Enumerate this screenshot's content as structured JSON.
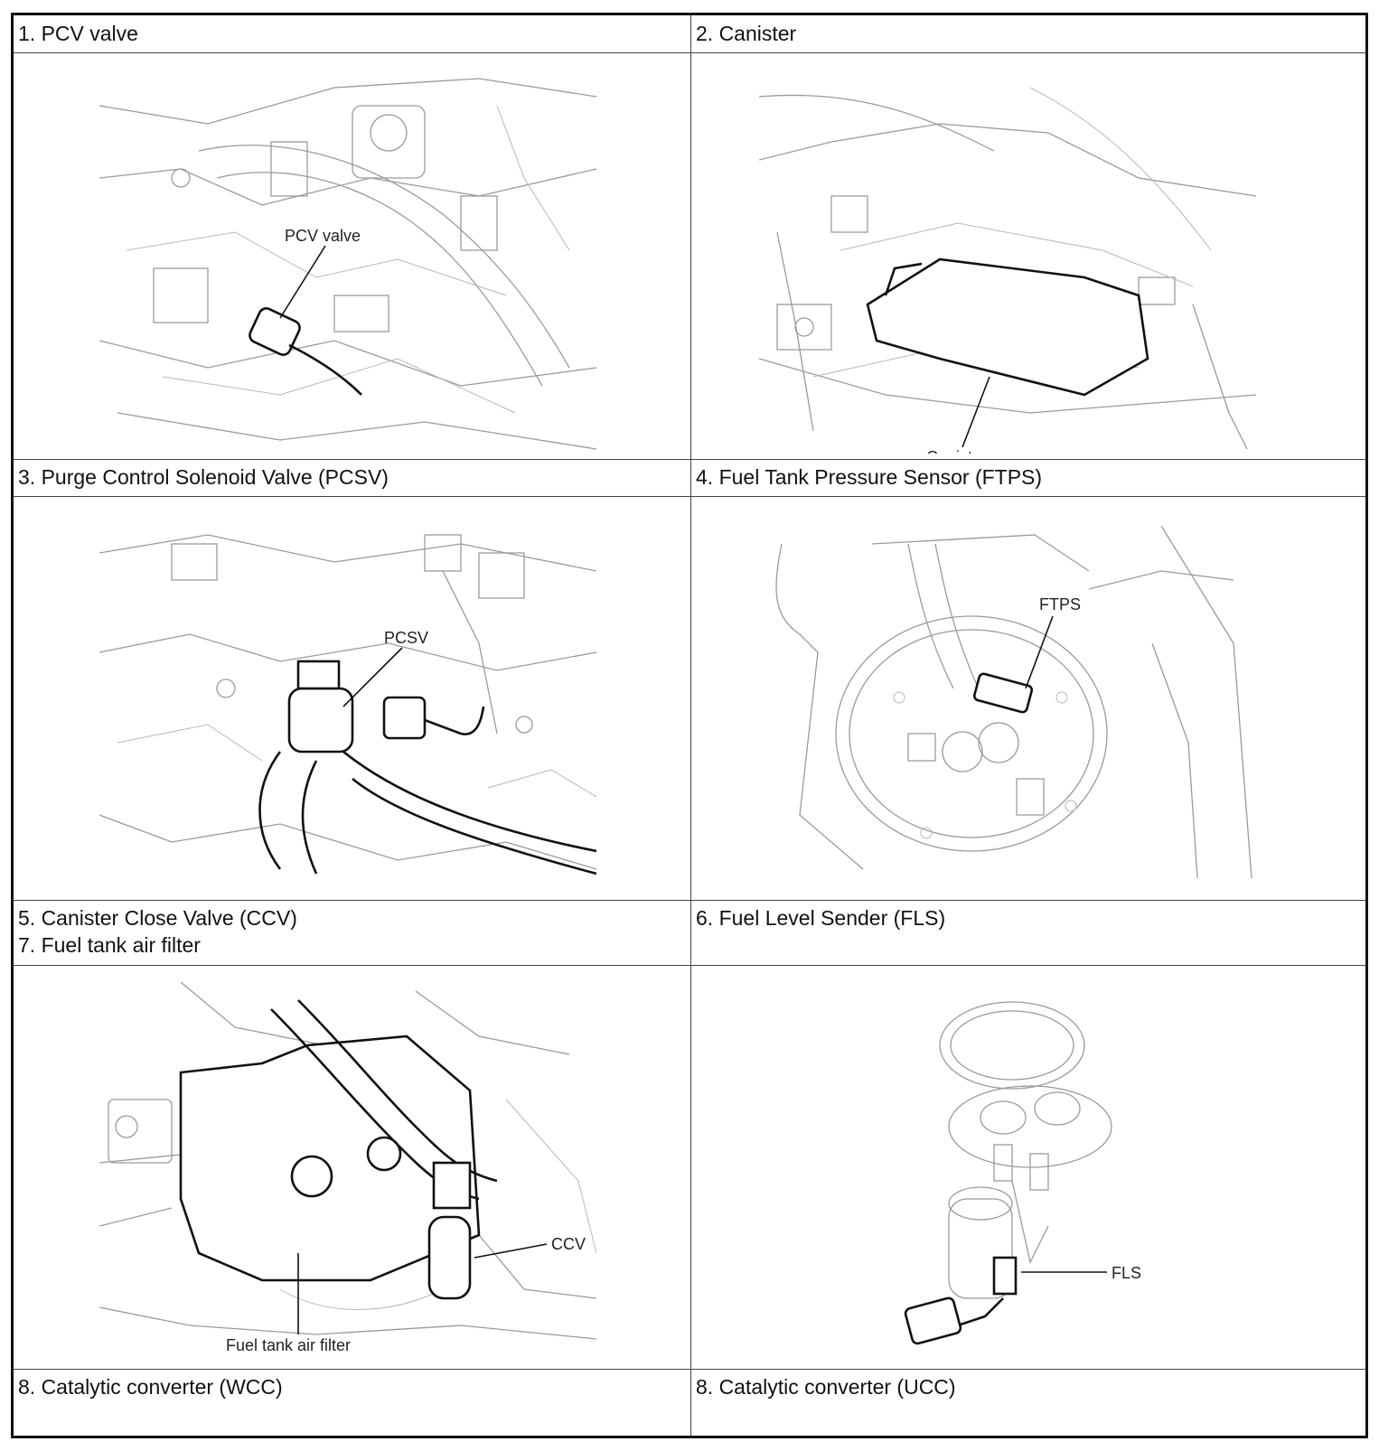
{
  "cells": {
    "c1": {
      "label": "1. PCV valve",
      "callout": "PCV valve"
    },
    "c2": {
      "label": "2. Canister",
      "callout": "Canister"
    },
    "c3": {
      "label": "3. Purge Control Solenoid Valve (PCSV)",
      "callout": "PCSV"
    },
    "c4": {
      "label": "4. Fuel Tank Pressure Sensor (FTPS)",
      "callout": "FTPS"
    },
    "c5": {
      "label": "5. Canister Close Valve (CCV)",
      "label2": "7. Fuel tank air filter",
      "callout": "CCV",
      "callout2": "Fuel tank air filter"
    },
    "c6": {
      "label": "6. Fuel Level Sender (FLS)",
      "callout": "FLS"
    },
    "c7": {
      "label": "8. Catalytic converter (WCC)"
    },
    "c8": {
      "label": "8. Catalytic converter (UCC)"
    }
  }
}
